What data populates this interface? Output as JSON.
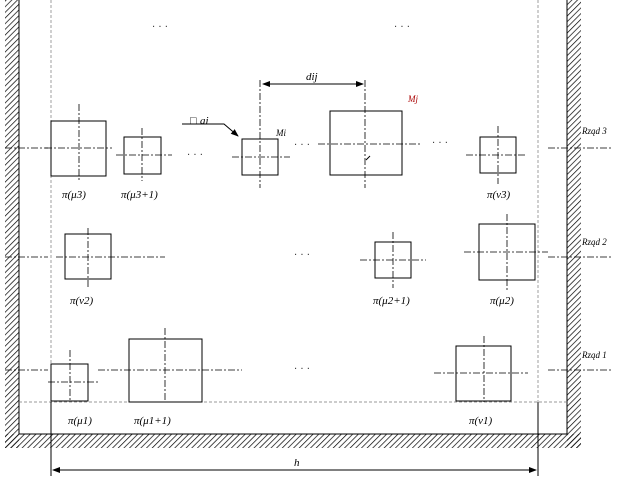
{
  "rows": {
    "row3": "Rząd 3",
    "row2": "Rząd 2",
    "row1": "Rząd 1"
  },
  "labels": {
    "pi_mu3": "π(μ3)",
    "pi_mu3p1": "π(μ3+1)",
    "pi_nu3": "π(ν3)",
    "pi_nu2": "π(ν2)",
    "pi_mu2p1": "π(μ2+1)",
    "pi_mu2": "π(μ2)",
    "pi_mu1": "π(μ1)",
    "pi_mu1p1": "π(μ1+1)",
    "pi_nu1": "π(ν1)"
  },
  "annotations": {
    "dij": "dij",
    "delta_ai": "ai",
    "delta_ai_box": "□",
    "mi_left": "Mi",
    "mi_right": "Mj",
    "h": "h",
    "ellipsis": "· · ·"
  },
  "colors": {
    "wall": "#000000",
    "mj_label": "#aa0000"
  }
}
